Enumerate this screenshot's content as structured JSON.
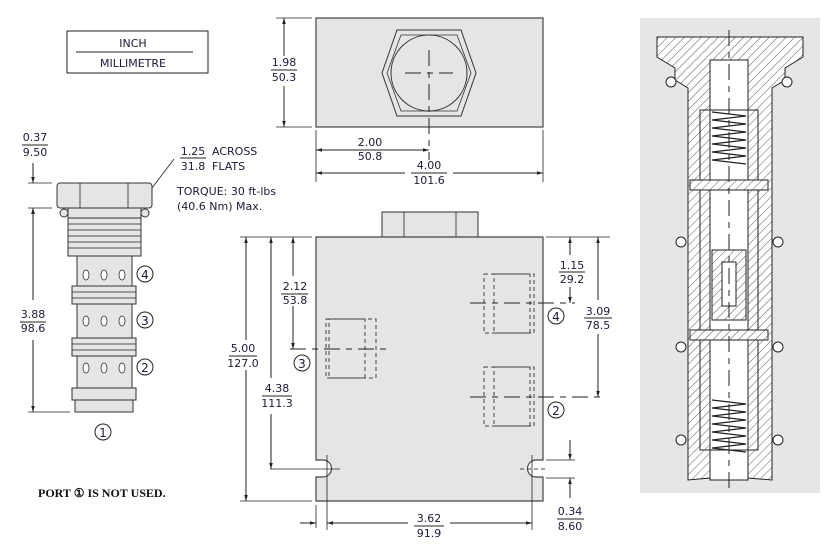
{
  "units_legend": {
    "top": "INCH",
    "bottom": "MILLIMETRE"
  },
  "cartridge": {
    "nut_height": {
      "inch": "0.37",
      "mm": "9.50"
    },
    "across_flats": {
      "inch": "1.25",
      "mm": "31.8",
      "label_1": "ACROSS",
      "label_2": "FLATS"
    },
    "torque": {
      "line_1": "TORQUE: 30 ft-lbs",
      "line_2": "(40.6 Nm) Max."
    },
    "length": {
      "inch": "3.88",
      "mm": "98.6"
    },
    "ports": [
      "4",
      "3",
      "2",
      "1"
    ]
  },
  "top_view": {
    "height": {
      "inch": "1.98",
      "mm": "50.3"
    },
    "center": {
      "inch": "2.00",
      "mm": "50.8"
    },
    "width": {
      "inch": "4.00",
      "mm": "101.6"
    }
  },
  "front_view": {
    "port3_depth": {
      "inch": "2.12",
      "mm": "53.8"
    },
    "height": {
      "inch": "5.00",
      "mm": "127.0"
    },
    "mount_hole": {
      "inch": "4.38",
      "mm": "111.3"
    },
    "port4_depth": {
      "inch": "1.15",
      "mm": "29.2"
    },
    "port2_depth": {
      "inch": "3.09",
      "mm": "78.5"
    },
    "hole_spacing": {
      "inch": "3.62",
      "mm": "91.9"
    },
    "hole_offset": {
      "inch": "0.34",
      "mm": "8.60"
    },
    "ports": {
      "p3": "3",
      "p4": "4",
      "p2": "2"
    }
  },
  "note": "PORT ① IS NOT  USED."
}
